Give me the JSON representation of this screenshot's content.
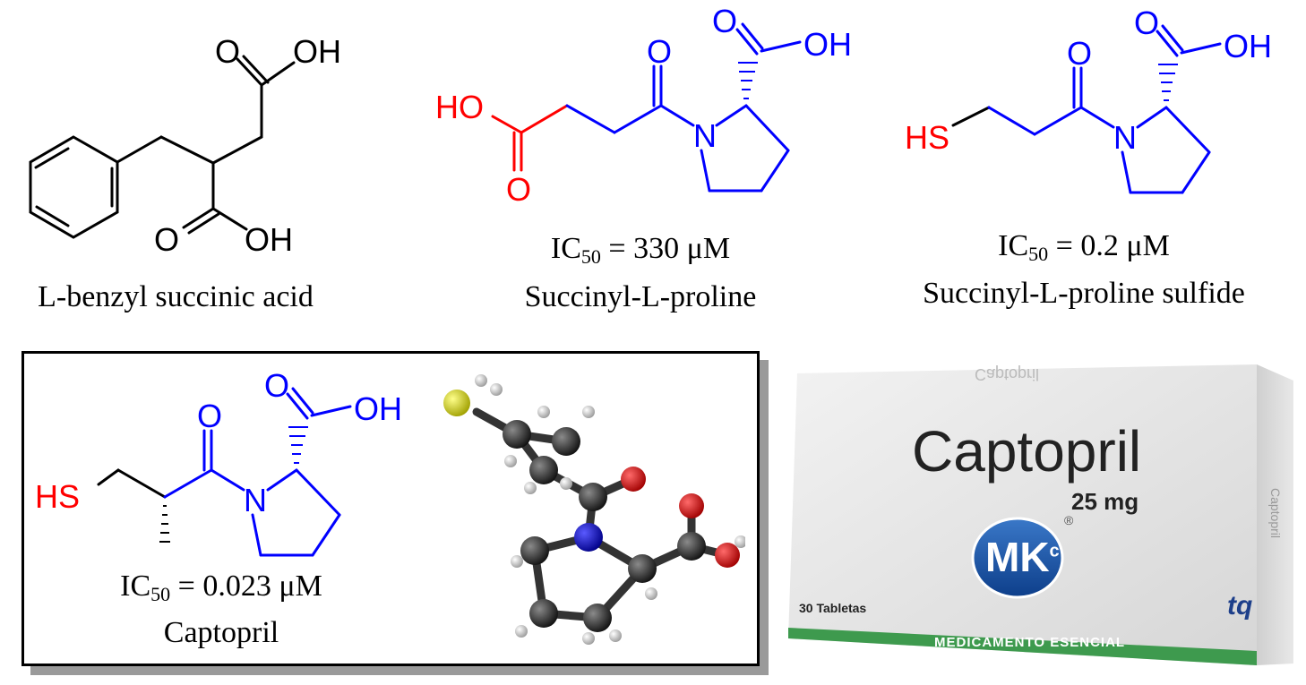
{
  "molecules": [
    {
      "name": "L-benzyl succinic acid",
      "atoms": {
        "o_top": "O",
        "oh_top": "OH",
        "o_bottom": "O",
        "oh_bottom": "OH"
      }
    },
    {
      "name": "Succinyl-L-proline",
      "ic50_prefix": "IC",
      "ic50_sub": "50",
      "ic50_value": " = 330 μM",
      "atoms": {
        "ho": "HO",
        "o_left": "O",
        "o_amide": "O",
        "n": "N",
        "o_acid": "O",
        "oh": "OH"
      }
    },
    {
      "name": "Succinyl-L-proline sulfide",
      "ic50_prefix": "IC",
      "ic50_sub": "50",
      "ic50_value": " = 0.2 μM",
      "atoms": {
        "hs": "HS",
        "o_amide": "O",
        "n": "N",
        "o_acid": "O",
        "oh": "OH"
      }
    },
    {
      "name": "Captopril",
      "ic50_prefix": "IC",
      "ic50_sub": "50",
      "ic50_value": " = 0.023 μM",
      "atoms": {
        "hs": "HS",
        "o_amide": "O",
        "n": "N",
        "o_acid": "O",
        "oh": "OH"
      }
    }
  ],
  "package": {
    "brand": "Captopril",
    "mirrored_brand": "Captopril",
    "dose": "25 mg",
    "logo": "MK",
    "logo_sup": "c",
    "registered": "®",
    "count": "30 Tabletas",
    "banner": "MEDICAMENTO ESENCIAL",
    "tq_mark": "tq",
    "side_text": "Captopril"
  },
  "colors": {
    "black": "#000000",
    "blue": "#0000ff",
    "red": "#ff0000",
    "sulfur": "#e6e600",
    "banner_green": "#3e9a4e"
  }
}
